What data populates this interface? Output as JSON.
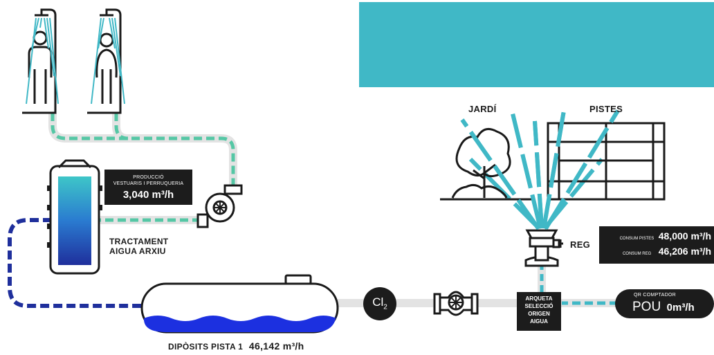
{
  "colors": {
    "teal": "#40b8c6",
    "green": "#55c7a5",
    "navy": "#1f2f9c",
    "blue_water": "#1c30e0",
    "dark": "#1c1c1c",
    "pipe_grey": "#e3e3e3"
  },
  "produccio": {
    "title_line1": "PRODUCCIÓ",
    "title_line2": "VESTUARIS I PERRUQUERIA",
    "value": "3,040 m³/h"
  },
  "tractament": {
    "line1": "TRACTAMENT",
    "line2": "AIGUA ARXIU"
  },
  "diposits": {
    "label": "DIPÒSITS PISTA 1",
    "value": "46,142 m³/h"
  },
  "chlorine": {
    "symbol": "Cl",
    "subscript": "2"
  },
  "arqueta": {
    "line1": "ARQUETA",
    "line2": "SELECCIÓ",
    "line3": "ORIGEN",
    "line4": "AIGUA"
  },
  "pou": {
    "caption": "QR COMPTADOR",
    "name": "POU",
    "value": "0m³/h"
  },
  "reg": {
    "label": "REG"
  },
  "consum": {
    "pistes_label": "CONSUM PISTES",
    "pistes_value": "48,000 m³/h",
    "reg_label": "CONSUM REG",
    "reg_value": "46,206 m³/h"
  },
  "jardi": {
    "label": "JARDÍ"
  },
  "pistes": {
    "label": "PISTES"
  }
}
